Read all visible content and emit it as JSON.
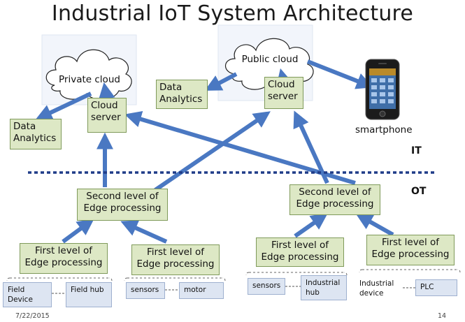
{
  "title": "Industrial IoT System Architecture",
  "clouds": {
    "private": "Private cloud",
    "public": "Public cloud"
  },
  "boxes": {
    "data_analytics_left": "Data Analytics",
    "data_analytics_right": "Data Analytics",
    "cloud_server_left": "Cloud server",
    "cloud_server_right": "Cloud server",
    "second_level_left": "Second level of Edge processing",
    "second_level_right": "Second level of Edge processing",
    "first_level_1": "First level of Edge processing",
    "first_level_2": "First level of Edge processing",
    "first_level_3": "First level of Edge processing",
    "first_level_4": "First level of Edge processing"
  },
  "devices": {
    "field_device": "Field Device",
    "field_hub": "Field hub",
    "sensors_1": "sensors",
    "motor": "motor",
    "sensors_2": "sensors",
    "industrial_hub": "Industrial hub",
    "industrial_device": "Industrial device",
    "plc": "PLC"
  },
  "labels": {
    "smartphone": "smartphone",
    "it": "IT",
    "ot": "OT"
  },
  "footer": {
    "date": "7/22/2015",
    "page": "14"
  },
  "colors": {
    "arrow": "#4a78c2",
    "box_fill": "#dde8c5",
    "box_border": "#7f9a5a",
    "divider": "#1f3c88"
  },
  "icons": {
    "phone": "smartphone-icon",
    "cloud": "cloud-icon"
  }
}
